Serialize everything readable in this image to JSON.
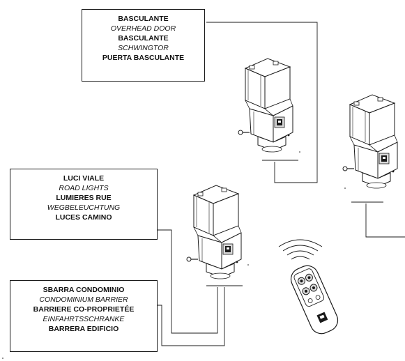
{
  "colors": {
    "ink": "#1a1a1a",
    "panel": "#d9d9d9",
    "background": "#ffffff"
  },
  "boxes": {
    "overhead": {
      "lines": [
        "BASCULANTE",
        "OVERHEAD DOOR",
        "BASCULANTE",
        "SCHWINGTOR",
        "PUERTA BASCULANTE"
      ]
    },
    "lights": {
      "lines": [
        "LUCI VIALE",
        "ROAD LIGHTS",
        "LUMIERES RUE",
        "WEGBELEUCHTUNG",
        "LUCES CAMINO"
      ]
    },
    "barrier": {
      "lines": [
        "SBARRA CONDOMINIO",
        "CONDOMINIUM BARRIER",
        "BARRIERE  CO-PROPRIETÉE",
        "EINFAHRTSSCHRANKE",
        "BARRERA EDIFICIO"
      ]
    }
  },
  "icons": [
    "receiver-unit-icon",
    "remote-control-icon",
    "radio-waves-icon"
  ]
}
